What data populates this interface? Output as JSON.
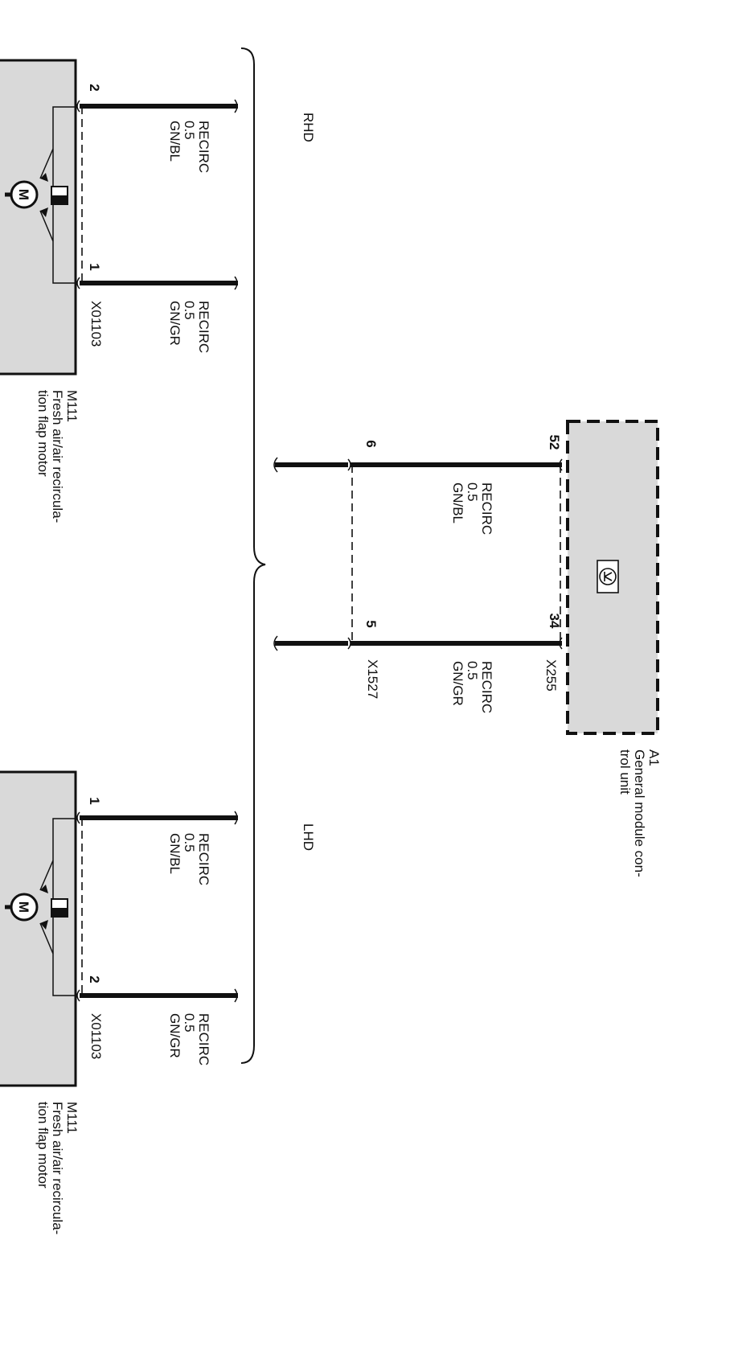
{
  "regions": {
    "rhd": "RHD",
    "lhd": "LHD"
  },
  "gm": {
    "id": "A1",
    "name_line1": "General module con-",
    "name_line2": "trol unit",
    "connector": "X255",
    "pin_a": "52",
    "pin_b": "34"
  },
  "x1527": {
    "connector": "X1527",
    "pin_a": "6",
    "pin_b": "5"
  },
  "mid_wires": {
    "a": {
      "signal": "RECIRC",
      "size": "0.5",
      "color": "GN/BL"
    },
    "b": {
      "signal": "RECIRC",
      "size": "0.5",
      "color": "GN/GR"
    }
  },
  "motor_top": {
    "id": "M111",
    "name_line1": "Fresh air/air recircula-",
    "name_line2": "tion flap motor",
    "connector": "X01103",
    "pin_a": "2",
    "pin_b": "1",
    "wire_a": {
      "signal": "RECIRC",
      "size": "0.5",
      "color": "GN/BL"
    },
    "wire_b": {
      "signal": "RECIRC",
      "size": "0.5",
      "color": "GN/GR"
    }
  },
  "motor_bottom": {
    "id": "M111",
    "name_line1": "Fresh air/air recircula-",
    "name_line2": "tion flap motor",
    "connector": "X01103",
    "pin_a": "1",
    "pin_b": "2",
    "wire_a": {
      "signal": "RECIRC",
      "size": "0.5",
      "color": "GN/BL"
    },
    "wire_b": {
      "signal": "RECIRC",
      "size": "0.5",
      "color": "GN/GR"
    }
  },
  "motor_symbol": "M",
  "colors": {
    "ink": "#111111",
    "component_fill": "#d9d9d9",
    "background": "#ffffff"
  }
}
